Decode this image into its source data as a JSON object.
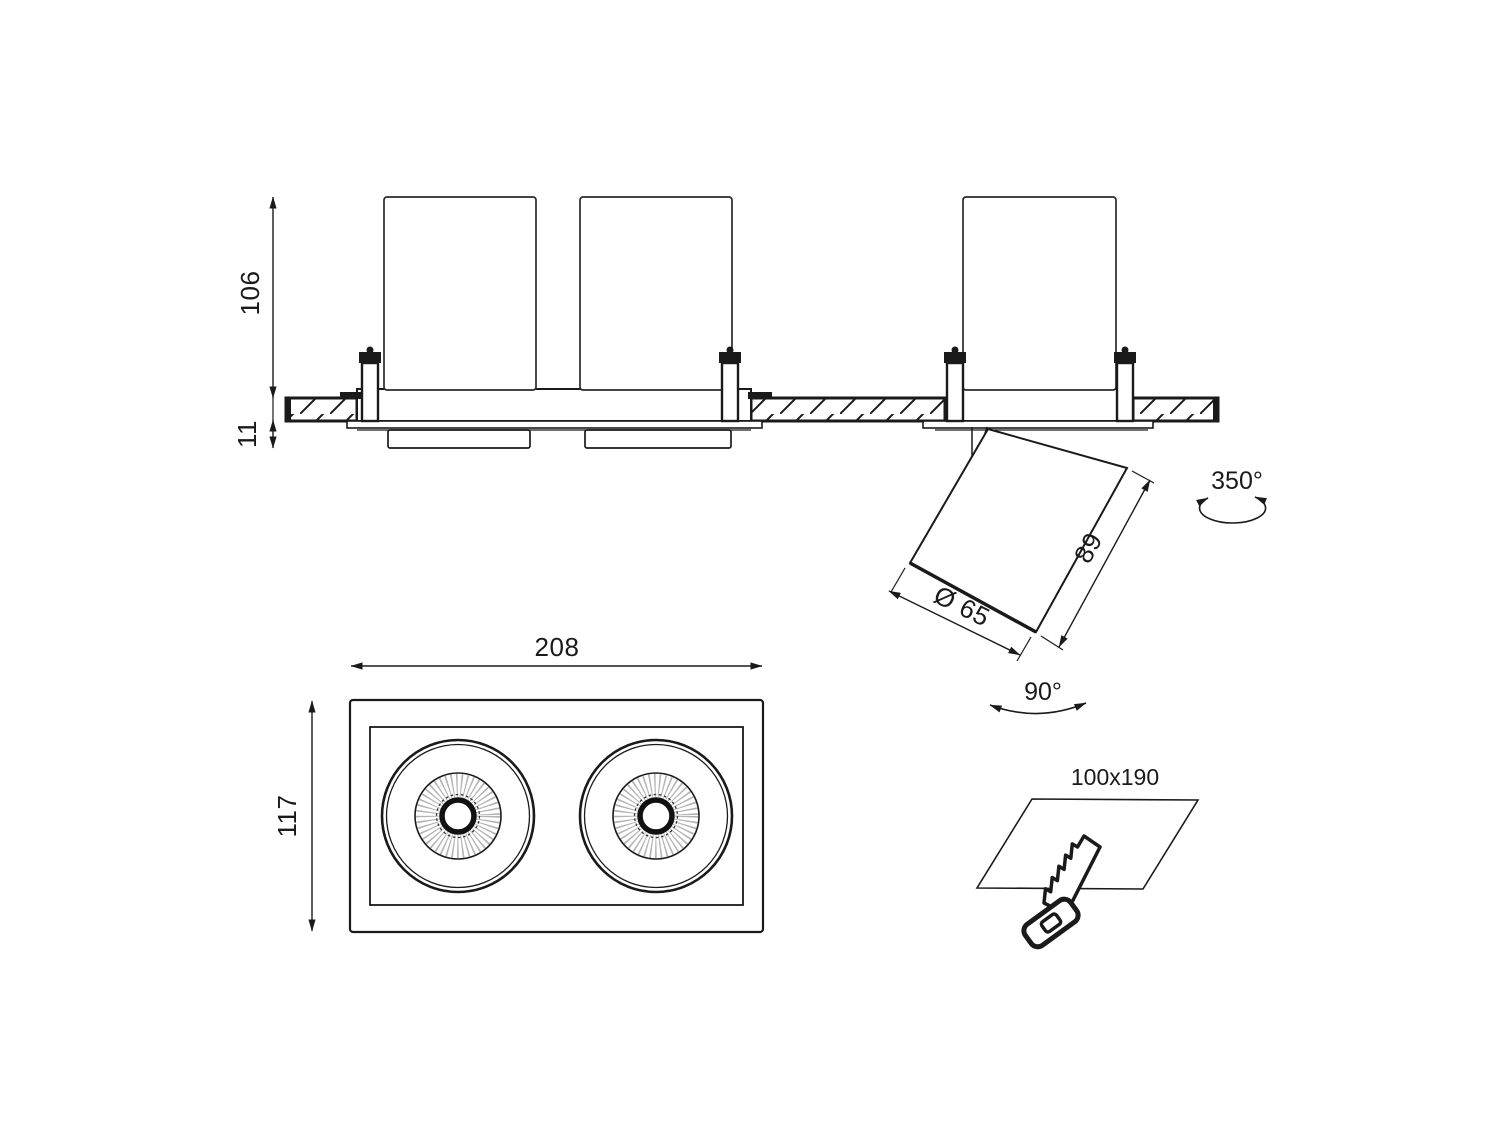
{
  "drawing": {
    "side_view": {
      "height_dim": "106",
      "recess_dim": "11"
    },
    "tilt_view": {
      "diameter_dim": "Ø 65",
      "length_dim": "89",
      "rotation_dim": "350°",
      "tilt_dim": "90°"
    },
    "front_view": {
      "width_dim": "208",
      "height_dim": "117"
    },
    "cutout": {
      "size_dim": "100x190"
    }
  },
  "colors": {
    "line": "#1a1a1a",
    "rays": "#b3b3b3",
    "background": "#ffffff"
  }
}
